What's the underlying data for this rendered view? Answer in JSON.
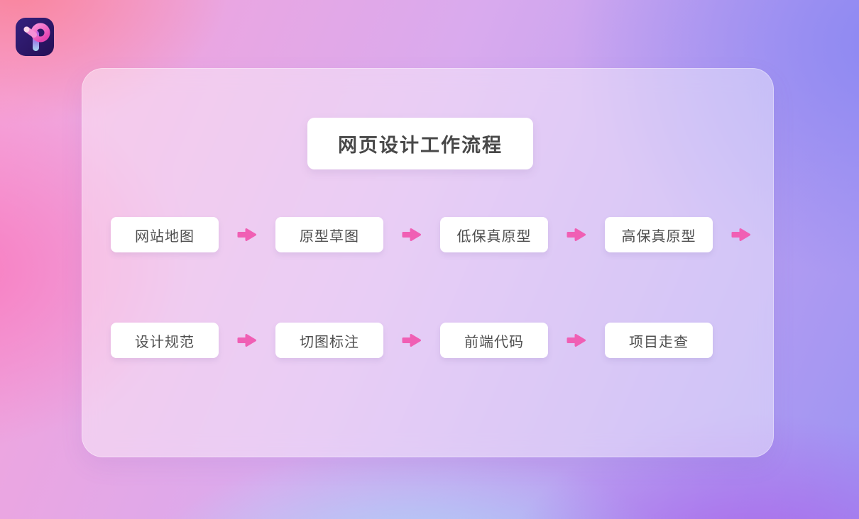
{
  "title": "网页设计工作流程",
  "flow": {
    "rows": [
      {
        "steps": [
          "网站地图",
          "原型草图",
          "低保真原型",
          "高保真原型"
        ],
        "trailing_arrow": true
      },
      {
        "steps": [
          "设计规范",
          "切图标注",
          "前端代码",
          "项目走查"
        ],
        "trailing_arrow": false
      }
    ]
  },
  "icons": {
    "logo": "pixso-p-logo",
    "arrow": "arrow-right"
  },
  "colors": {
    "arrow": "#F05FB4",
    "title_text": "#484848",
    "box_text": "#4E4E4E",
    "bg_salmon": "#F9859D",
    "bg_hotpink": "#F87FC2",
    "bg_periwinkle": "#8A87F2",
    "bg_violet": "#AC63E9",
    "bg_lightblue": "#A9DCFA",
    "logo_bg_dark": "#2A1767"
  }
}
